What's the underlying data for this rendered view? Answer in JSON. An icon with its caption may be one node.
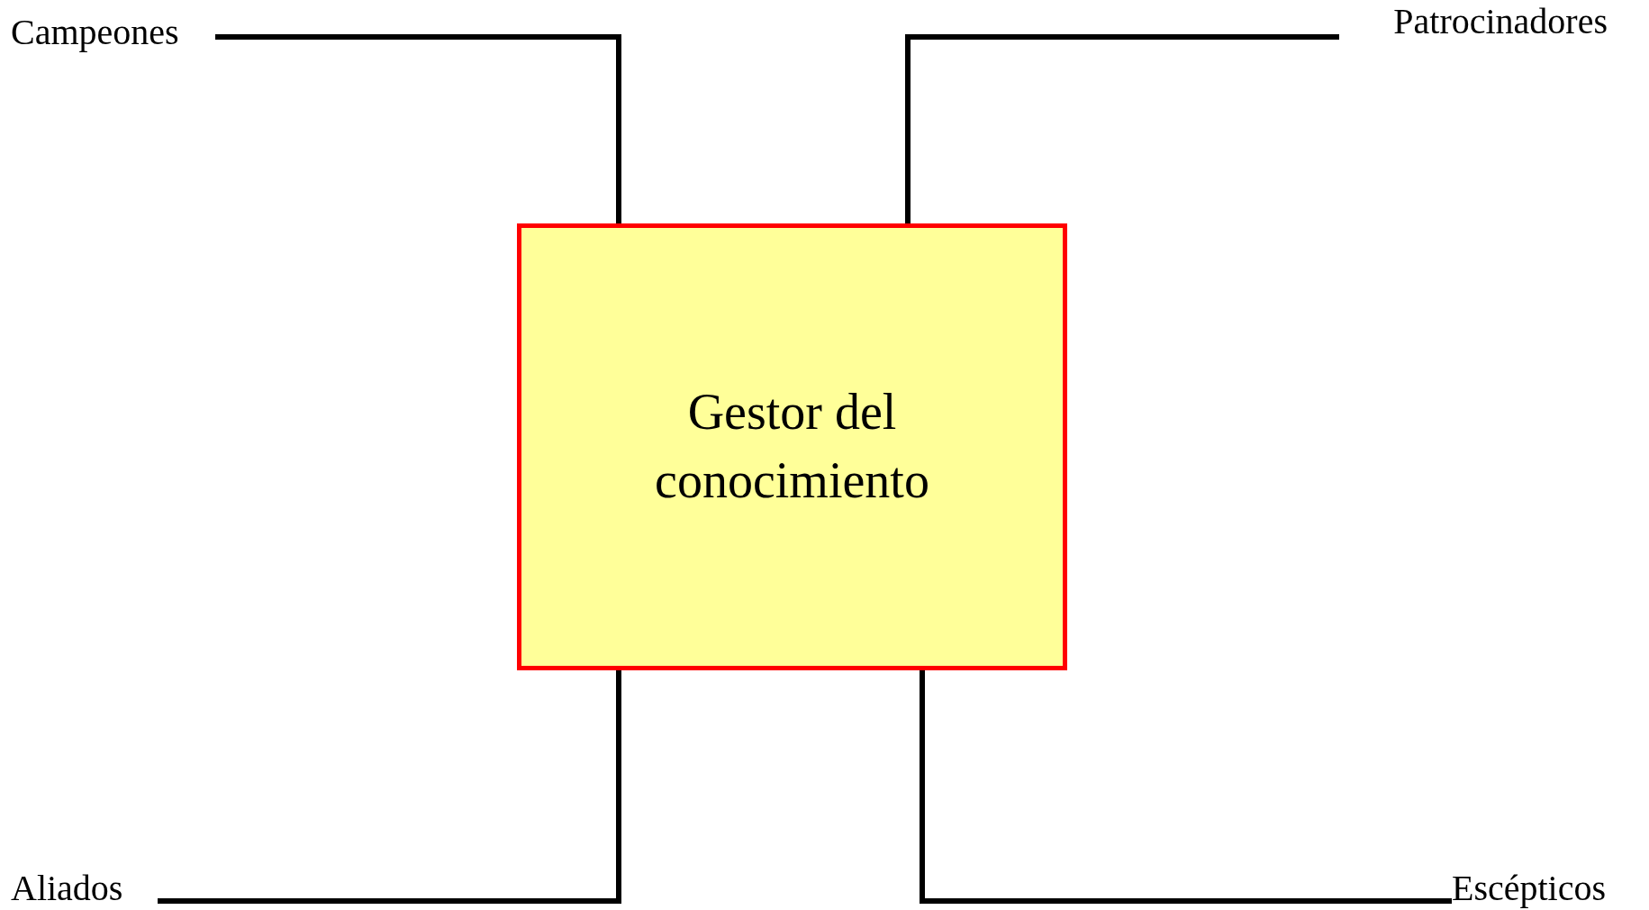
{
  "diagram": {
    "nodes": [
      {
        "text": [
          "Campeones"
        ]
      },
      {
        "text": [
          "Patrocinadores"
        ]
      },
      {
        "text": [
          "Gestor del conocimiento"
        ]
      },
      {
        "text": [
          "Aliados"
        ]
      },
      {
        "text": [
          "Escépticos"
        ]
      }
    ],
    "edges": [
      {
        "from": 0,
        "to": 2,
        "arrow": "none"
      },
      {
        "from": 1,
        "to": 2,
        "arrow": "none"
      },
      {
        "from": 3,
        "to": 2,
        "arrow": "none"
      },
      {
        "from": 4,
        "to": 2,
        "arrow": "none"
      }
    ]
  }
}
